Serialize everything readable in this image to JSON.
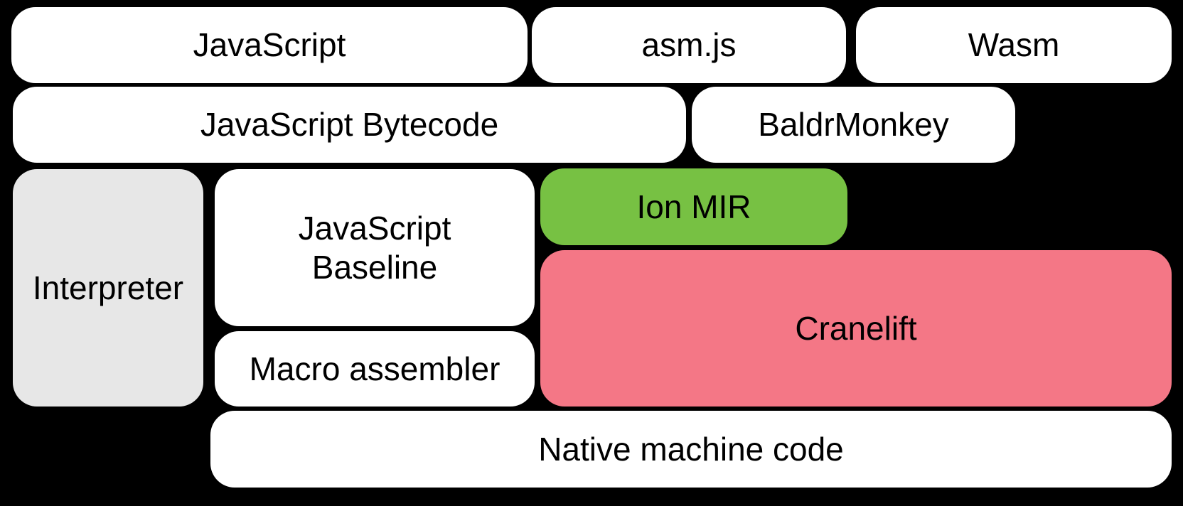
{
  "diagram": {
    "colors": {
      "background": "#000000",
      "box_default": "#ffffff",
      "box_interpreter": "#e7e7e7",
      "box_ion_mir": "#77c143",
      "box_cranelift": "#f47786",
      "text": "#000000"
    },
    "nodes": [
      {
        "id": "javascript",
        "label": "JavaScript"
      },
      {
        "id": "asmjs",
        "label": "asm.js"
      },
      {
        "id": "wasm",
        "label": "Wasm"
      },
      {
        "id": "javascript-bytecode",
        "label": "JavaScript Bytecode"
      },
      {
        "id": "baldrmonkey",
        "label": "BaldrMonkey"
      },
      {
        "id": "interpreter",
        "label": "Interpreter"
      },
      {
        "id": "javascript-baseline",
        "label": "JavaScript\nBaseline"
      },
      {
        "id": "macro-assembler",
        "label": "Macro assembler"
      },
      {
        "id": "ion-mir",
        "label": "Ion MIR"
      },
      {
        "id": "cranelift",
        "label": "Cranelift"
      },
      {
        "id": "native-machine-code",
        "label": "Native machine code"
      }
    ]
  }
}
